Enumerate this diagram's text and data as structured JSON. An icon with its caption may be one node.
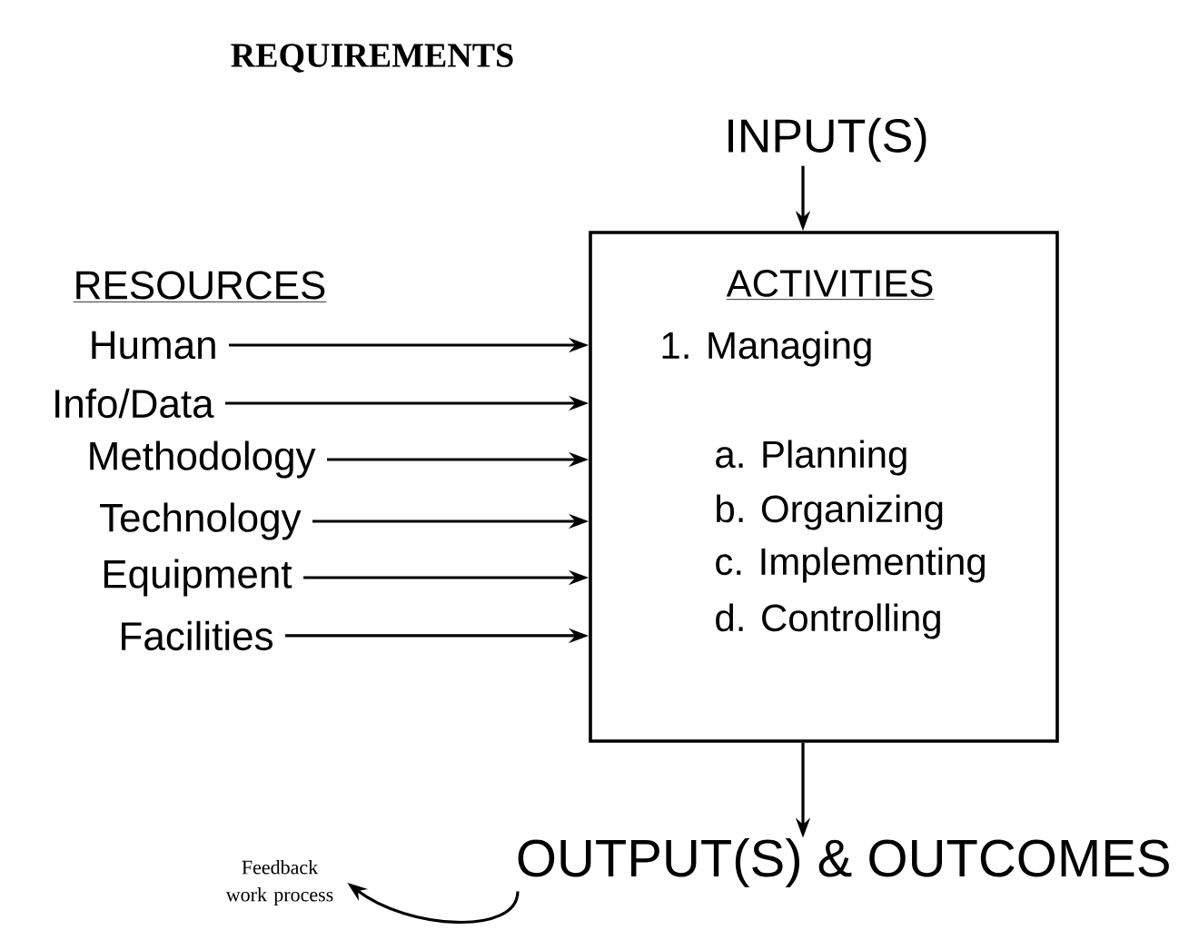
{
  "diagram": {
    "title": "REQUIREMENTS",
    "nodes": [
      {
        "text": [
          "INPUT(S)"
        ]
      },
      {
        "text": [
          "ACTIVITIES",
          "1. Managing",
          "a. Planning",
          "b. Organizing",
          "c. Implementing",
          "d. Controlling"
        ]
      },
      {
        "text": [
          "Human"
        ]
      },
      {
        "text": [
          "Info/Data"
        ]
      },
      {
        "text": [
          "Methodology"
        ]
      },
      {
        "text": [
          "Technology"
        ]
      },
      {
        "text": [
          "Equipment"
        ]
      },
      {
        "text": [
          "Facilities"
        ]
      },
      {
        "text": [
          "OUTPUT(S) & OUTCOMES"
        ]
      },
      {
        "text": [
          "Feedback work process"
        ]
      }
    ],
    "edges": [
      {
        "from": 0,
        "to": 1,
        "arrow": "to"
      },
      {
        "from": 2,
        "to": 1,
        "arrow": "to"
      },
      {
        "from": 3,
        "to": 1,
        "arrow": "to"
      },
      {
        "from": 4,
        "to": 1,
        "arrow": "to"
      },
      {
        "from": 5,
        "to": 1,
        "arrow": "to"
      },
      {
        "from": 6,
        "to": 1,
        "arrow": "to"
      },
      {
        "from": 7,
        "to": 1,
        "arrow": "to"
      },
      {
        "from": 1,
        "to": 8,
        "arrow": "to"
      },
      {
        "from": 8,
        "to": 9,
        "arrow": "to"
      }
    ],
    "labels": [
      "RESOURCES"
    ]
  }
}
